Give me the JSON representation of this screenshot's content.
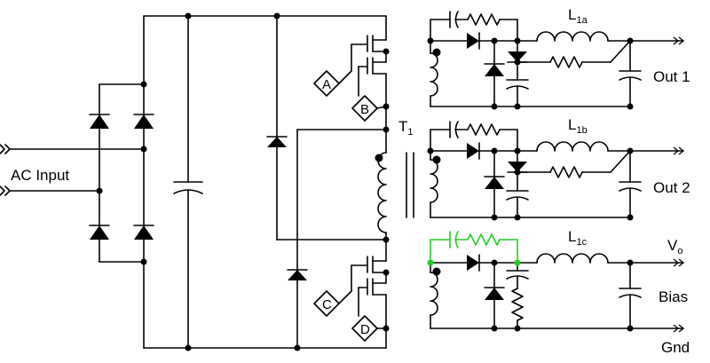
{
  "labels": {
    "ac_input": "AC Input",
    "transformer": "T",
    "transformer_sub": "1",
    "inductor_a": "L",
    "inductor_a_sub": "1a",
    "inductor_b": "L",
    "inductor_b_sub": "1b",
    "inductor_c": "L",
    "inductor_c_sub": "1c",
    "out1": "Out 1",
    "out2": "Out 2",
    "vo": "V",
    "vo_sub": "o",
    "bias": "Bias",
    "gnd": "Gnd",
    "gate_a": "A",
    "gate_b": "B",
    "gate_c": "C",
    "gate_d": "D"
  },
  "colors": {
    "wire": "#000000",
    "highlight": "#22cc22"
  }
}
